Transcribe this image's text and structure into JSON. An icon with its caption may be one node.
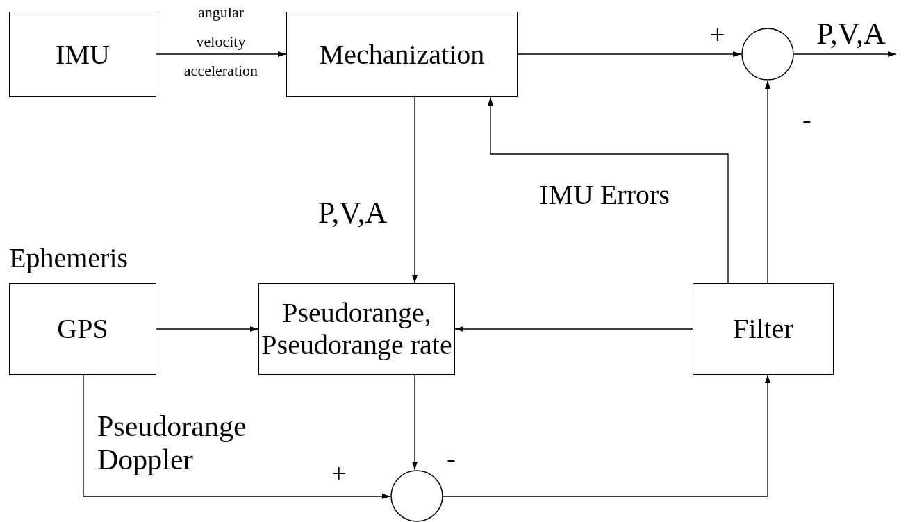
{
  "diagram": {
    "nodes": [
      {
        "text": [
          "IMU"
        ]
      },
      {
        "text": [
          "Mechanization"
        ]
      },
      {
        "text": [],
        "shape": "circle"
      },
      {
        "text": [
          "GPS"
        ],
        "beside": [
          "Ephemeris"
        ]
      },
      {
        "text": [
          "Pseudorange, Pseudorange rate"
        ]
      },
      {
        "text": [
          "Filter"
        ]
      },
      {
        "text": [],
        "shape": "circle"
      }
    ],
    "edges": [
      {
        "from": 0,
        "to": 1,
        "arrow": "to",
        "label": "angular velocity acceleration"
      },
      {
        "from": 1,
        "to": 2,
        "arrow": "to"
      },
      {
        "from": 1,
        "to": 4,
        "arrow": "to",
        "label": "P,V,A"
      },
      {
        "from": 5,
        "to": 1,
        "arrow": "to",
        "label": "IMU Errors"
      },
      {
        "from": 5,
        "to": 2,
        "arrow": "to"
      },
      {
        "from": 3,
        "to": 4,
        "arrow": "to"
      },
      {
        "from": 5,
        "to": 4,
        "arrow": "to"
      },
      {
        "from": 4,
        "to": 6,
        "arrow": "to"
      },
      {
        "from": 3,
        "to": 6,
        "arrow": "to",
        "label": "Pseudorange Doppler"
      },
      {
        "from": 6,
        "to": 5,
        "arrow": "to"
      },
      {
        "from": 2,
        "to": null,
        "arrow": "to",
        "label": "P,V,A"
      }
    ],
    "labels": [
      "+",
      "-",
      "-",
      "+"
    ]
  }
}
